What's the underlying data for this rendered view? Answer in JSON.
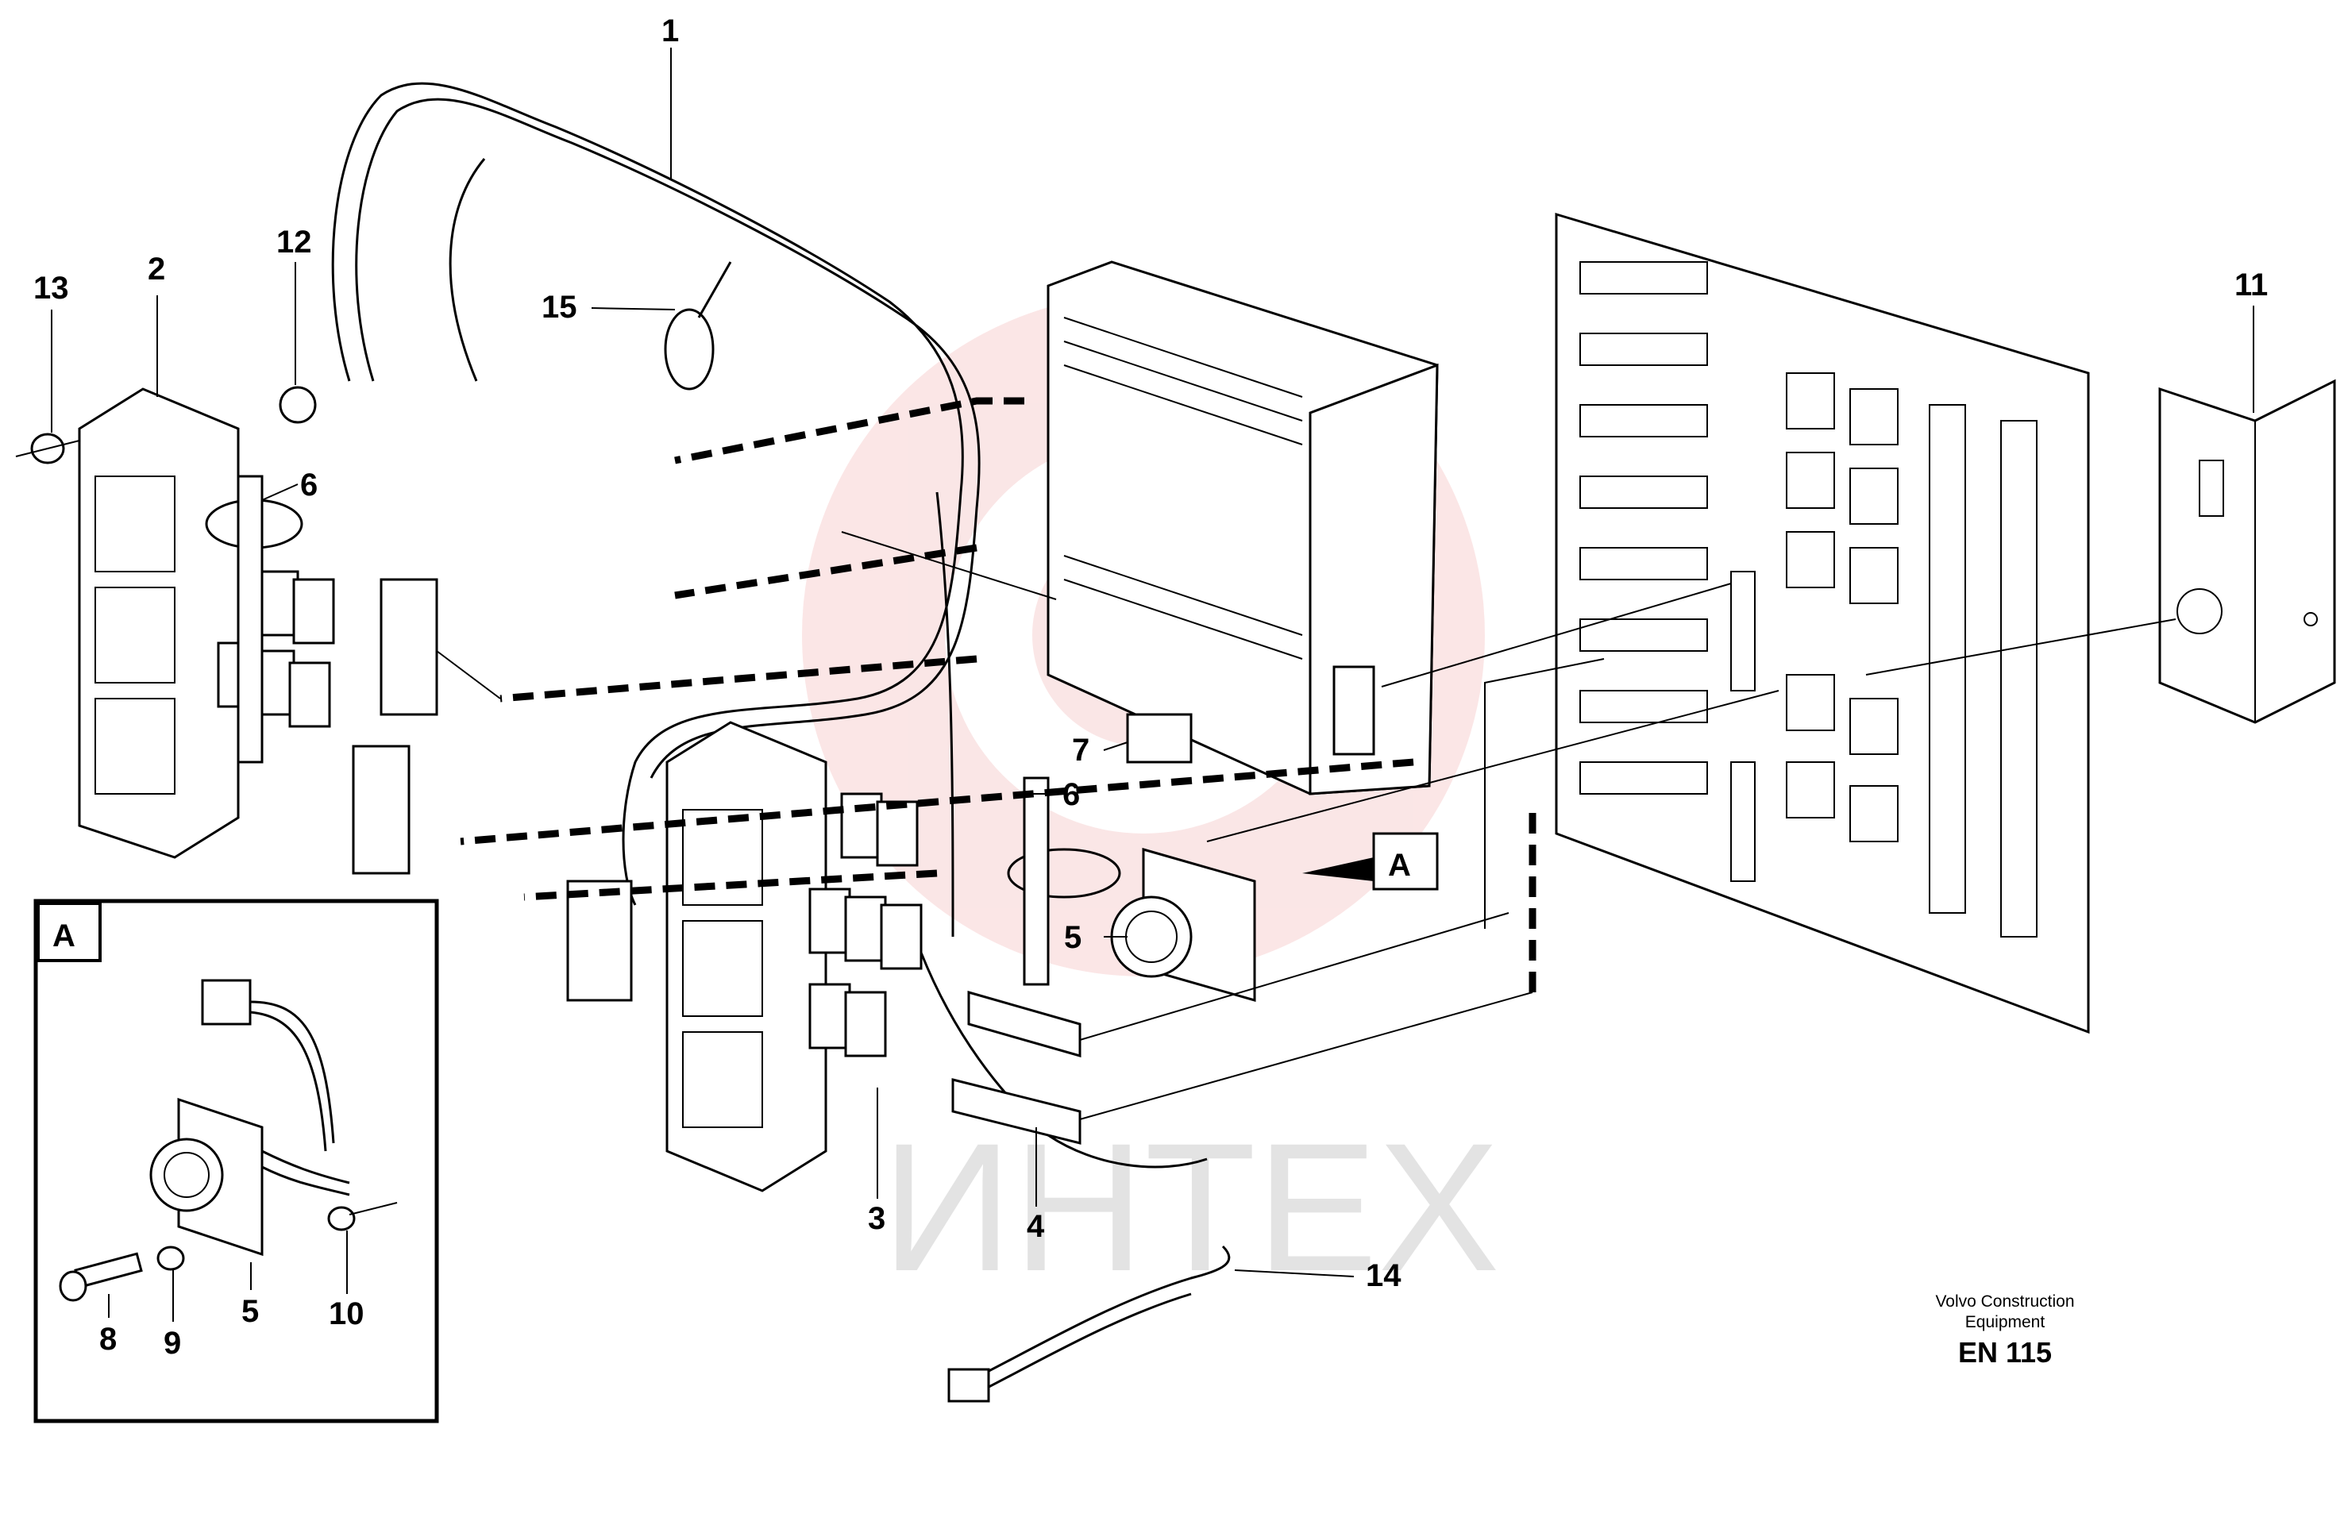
{
  "callouts": [
    "1",
    "2",
    "3",
    "4",
    "5",
    "6",
    "6",
    "7",
    "8",
    "9",
    "10",
    "11",
    "12",
    "13",
    "14",
    "15",
    "5"
  ],
  "view_marker": {
    "letter": "A"
  },
  "inset": {
    "letter": "A"
  },
  "watermark": {
    "text": "ИНТЕХ",
    "color": "#e8a0a0"
  },
  "footer": {
    "company_line1": "Volvo Construction",
    "company_line2": "Equipment",
    "code": "EN 115"
  }
}
